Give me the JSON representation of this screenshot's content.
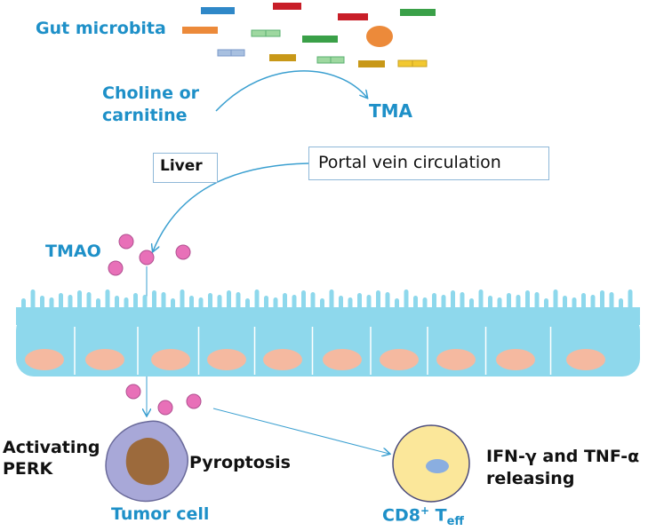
{
  "labels": {
    "gut": "Gut microbita",
    "choline": "Choline or\ncarnitine",
    "tma": "TMA",
    "liver": "Liver",
    "portal": "Portal vein circulation",
    "tmao": "TMAO",
    "activating": "Activating\nPERK",
    "pyroptosis": "Pyroptosis",
    "tumor": "Tumor cell",
    "ifn": "IFN-γ and TNF-α\nreleasing",
    "cd8": "CD8",
    "cd8_sup": "+",
    "teff_t": "T",
    "teff_sub": "eff"
  },
  "colors": {
    "label_blue": "#1e90c8",
    "arrow_blue": "#3a9fd0",
    "tmao_pink": "#e870b8",
    "epithelium": "#8ed8ec",
    "nucleus": "#f5b9a0",
    "tumor_outer": "#a8a8d8",
    "tumor_inner": "#9c6a3c",
    "tcell": "#fbe79a",
    "tcell_nucleus": "#8aaee0"
  }
}
